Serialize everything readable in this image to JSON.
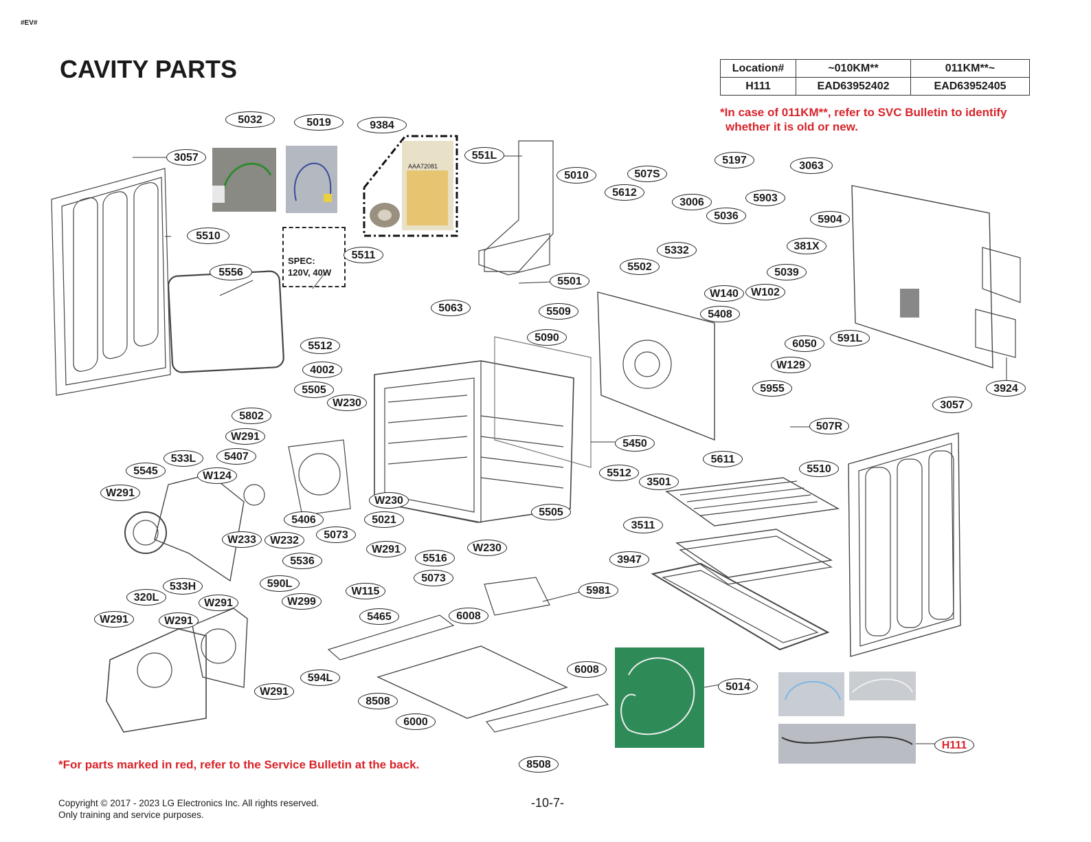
{
  "header": {
    "tag": "#EV#",
    "title": "CAVITY PARTS"
  },
  "location_table": {
    "headers": [
      "Location#",
      "~010KM**",
      "011KM**~"
    ],
    "row": [
      "H111",
      "EAD63952402",
      "EAD63952405"
    ]
  },
  "notes": {
    "top_line1": "*In case of 011KM**, refer to SVC Bulletin to identify",
    "top_line2": "whether it is old or new.",
    "bottom": "*For parts marked in red, refer to the Service Bulletin at the back."
  },
  "spec_box": {
    "line1": "SPEC:",
    "line2": "120V, 40W"
  },
  "bag_label": "AAA72081",
  "footer": {
    "copyright": "Copyright © 2017 - 2023 LG Electronics Inc. All rights reserved.",
    "purpose": "Only training and service purposes.",
    "page": "-10-7-"
  },
  "callouts": [
    {
      "id": "5032",
      "text": "5032"
    },
    {
      "id": "5019",
      "text": "5019"
    },
    {
      "id": "9384",
      "text": "9384"
    },
    {
      "id": "3057a",
      "text": "3057"
    },
    {
      "id": "551L",
      "text": "551L"
    },
    {
      "id": "5010",
      "text": "5010"
    },
    {
      "id": "507S",
      "text": "507S"
    },
    {
      "id": "5612",
      "text": "5612"
    },
    {
      "id": "5197",
      "text": "5197"
    },
    {
      "id": "3006",
      "text": "3006"
    },
    {
      "id": "5903",
      "text": "5903"
    },
    {
      "id": "3063",
      "text": "3063"
    },
    {
      "id": "5036",
      "text": "5036"
    },
    {
      "id": "5904",
      "text": "5904"
    },
    {
      "id": "5510a",
      "text": "5510"
    },
    {
      "id": "5332",
      "text": "5332"
    },
    {
      "id": "381X",
      "text": "381X"
    },
    {
      "id": "5511",
      "text": "5511"
    },
    {
      "id": "5556",
      "text": "5556"
    },
    {
      "id": "5502",
      "text": "5502"
    },
    {
      "id": "5039",
      "text": "5039"
    },
    {
      "id": "5501",
      "text": "5501"
    },
    {
      "id": "W140",
      "text": "W140"
    },
    {
      "id": "W102",
      "text": "W102"
    },
    {
      "id": "5063",
      "text": "5063"
    },
    {
      "id": "5509",
      "text": "5509"
    },
    {
      "id": "5408",
      "text": "5408"
    },
    {
      "id": "5090",
      "text": "5090"
    },
    {
      "id": "591L",
      "text": "591L"
    },
    {
      "id": "6050",
      "text": "6050"
    },
    {
      "id": "5512a",
      "text": "5512"
    },
    {
      "id": "W129",
      "text": "W129"
    },
    {
      "id": "4002",
      "text": "4002"
    },
    {
      "id": "5955",
      "text": "5955"
    },
    {
      "id": "3924",
      "text": "3924"
    },
    {
      "id": "5505a",
      "text": "5505"
    },
    {
      "id": "W230a",
      "text": "W230"
    },
    {
      "id": "3057b",
      "text": "3057"
    },
    {
      "id": "5802",
      "text": "5802"
    },
    {
      "id": "507R",
      "text": "507R"
    },
    {
      "id": "W291a",
      "text": "W291"
    },
    {
      "id": "5450",
      "text": "5450"
    },
    {
      "id": "533L",
      "text": "533L"
    },
    {
      "id": "5407",
      "text": "5407"
    },
    {
      "id": "5611",
      "text": "5611"
    },
    {
      "id": "5545",
      "text": "5545"
    },
    {
      "id": "5512b",
      "text": "5512"
    },
    {
      "id": "5510b",
      "text": "5510"
    },
    {
      "id": "W124",
      "text": "W124"
    },
    {
      "id": "3501",
      "text": "3501"
    },
    {
      "id": "W291b",
      "text": "W291"
    },
    {
      "id": "W230b",
      "text": "W230"
    },
    {
      "id": "5505b",
      "text": "5505"
    },
    {
      "id": "5406",
      "text": "5406"
    },
    {
      "id": "5021",
      "text": "5021"
    },
    {
      "id": "3511",
      "text": "3511"
    },
    {
      "id": "W233",
      "text": "W233"
    },
    {
      "id": "W232",
      "text": "W232"
    },
    {
      "id": "5073a",
      "text": "5073"
    },
    {
      "id": "W291c",
      "text": "W291"
    },
    {
      "id": "W230c",
      "text": "W230"
    },
    {
      "id": "5536",
      "text": "5536"
    },
    {
      "id": "5516",
      "text": "5516"
    },
    {
      "id": "3947",
      "text": "3947"
    },
    {
      "id": "533H",
      "text": "533H"
    },
    {
      "id": "590L",
      "text": "590L"
    },
    {
      "id": "5073b",
      "text": "5073"
    },
    {
      "id": "320L",
      "text": "320L"
    },
    {
      "id": "W115",
      "text": "W115"
    },
    {
      "id": "5981",
      "text": "5981"
    },
    {
      "id": "W291d",
      "text": "W291"
    },
    {
      "id": "W299",
      "text": "W299"
    },
    {
      "id": "W291e",
      "text": "W291"
    },
    {
      "id": "W291f",
      "text": "W291"
    },
    {
      "id": "5465",
      "text": "5465"
    },
    {
      "id": "6008a",
      "text": "6008"
    },
    {
      "id": "6008b",
      "text": "6008"
    },
    {
      "id": "594L",
      "text": "594L"
    },
    {
      "id": "5014",
      "text": "5014"
    },
    {
      "id": "W291g",
      "text": "W291"
    },
    {
      "id": "8508a",
      "text": "8508"
    },
    {
      "id": "6000",
      "text": "6000"
    },
    {
      "id": "H111",
      "text": "H111",
      "red": true
    },
    {
      "id": "8508b",
      "text": "8508"
    }
  ]
}
